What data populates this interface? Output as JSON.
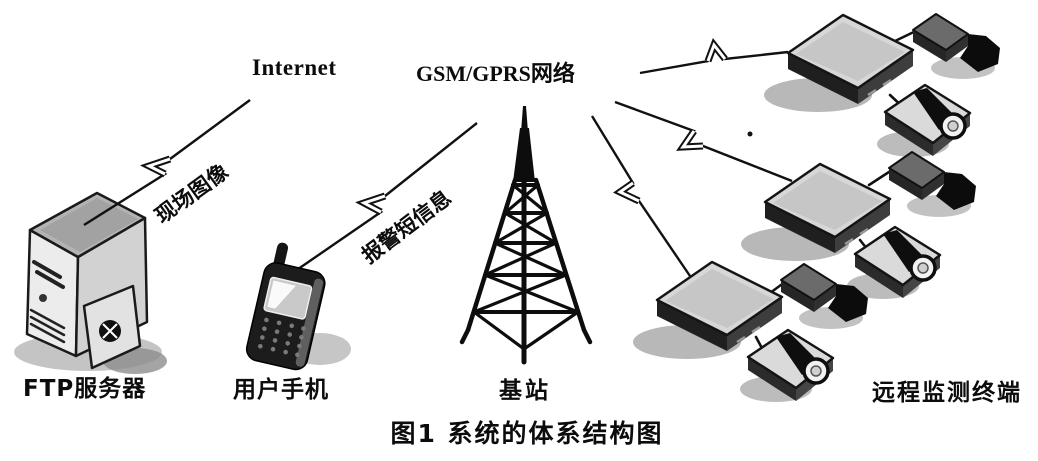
{
  "figure_caption": "图1 系统的体系结构图",
  "labels": {
    "internet": "Internet",
    "gsm_network": "GSM/GPRS网络",
    "ftp_server": "FTP服务器",
    "user_phone": "用户手机",
    "base_station": "基站",
    "remote_terminals": "远程监测终端",
    "link_scene_image": "现场图像",
    "link_alarm_sms": "报警短信息"
  },
  "colors": {
    "ink": "#111111",
    "background": "#ffffff",
    "device_light_gray": "#d7d7d7",
    "device_dark": "#1f1f1f",
    "shadow_gray": "#ababab"
  }
}
